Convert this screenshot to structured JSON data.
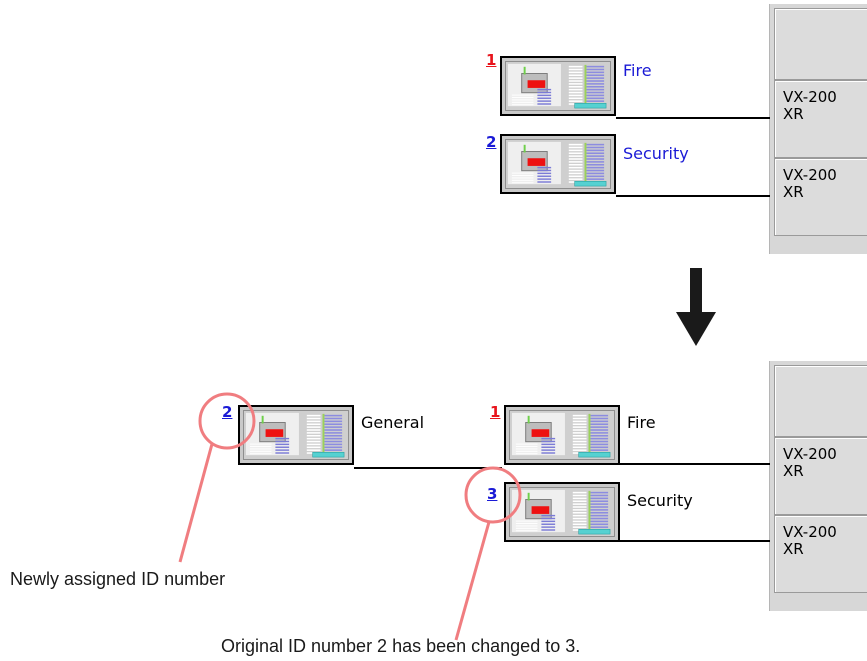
{
  "colors": {
    "id_red": "#e8141c",
    "id_blue": "#1a1ad6",
    "name_blue": "#1a1ad6",
    "highlight": "#f07d80",
    "arrow": "#1a1a1a"
  },
  "top": {
    "modules": [
      {
        "id": "1",
        "id_color": "red",
        "name": "Fire"
      },
      {
        "id": "2",
        "id_color": "blue",
        "name": "Security"
      }
    ],
    "slots": [
      "",
      "VX-200\nXR",
      "VX-200\nXR"
    ]
  },
  "bottom": {
    "new_module": {
      "id": "2",
      "name": "General"
    },
    "modules": [
      {
        "id": "1",
        "id_color": "red",
        "name": "Fire"
      },
      {
        "id": "3",
        "id_color": "blue",
        "name": "Security"
      }
    ],
    "slots": [
      "",
      "VX-200\nXR",
      "VX-200\nXR"
    ]
  },
  "annotations": {
    "new_id": "Newly assigned ID number",
    "changed_id": "Original ID number 2 has been changed to 3."
  }
}
